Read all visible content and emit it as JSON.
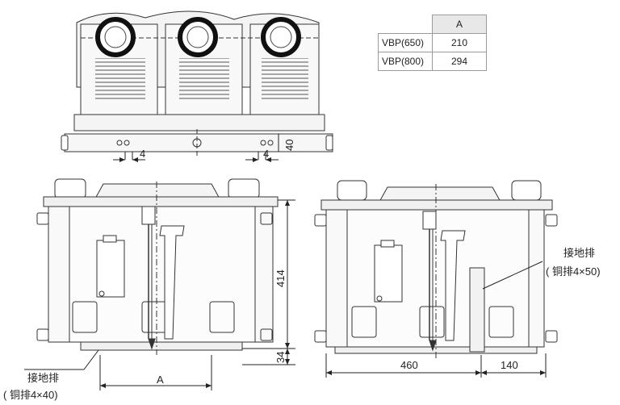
{
  "spec_table": {
    "header": [
      "",
      "A"
    ],
    "rows": [
      {
        "model": "VBP(650)",
        "a": "210"
      },
      {
        "model": "VBP(800)",
        "a": "294"
      }
    ]
  },
  "dimensions": {
    "bolt_gap_left": "4",
    "bolt_gap_right": "4",
    "top_bar_height": "40",
    "height_total": "414",
    "height_base": "34",
    "width_a": "A",
    "depth_main": "460",
    "depth_rear": "140"
  },
  "notes": {
    "ground_bar_left": "接地排",
    "ground_bar_left_spec": "( 铜排4×40)",
    "ground_bar_right": "接地排",
    "ground_bar_right_spec": "( 铜排4×50)"
  }
}
